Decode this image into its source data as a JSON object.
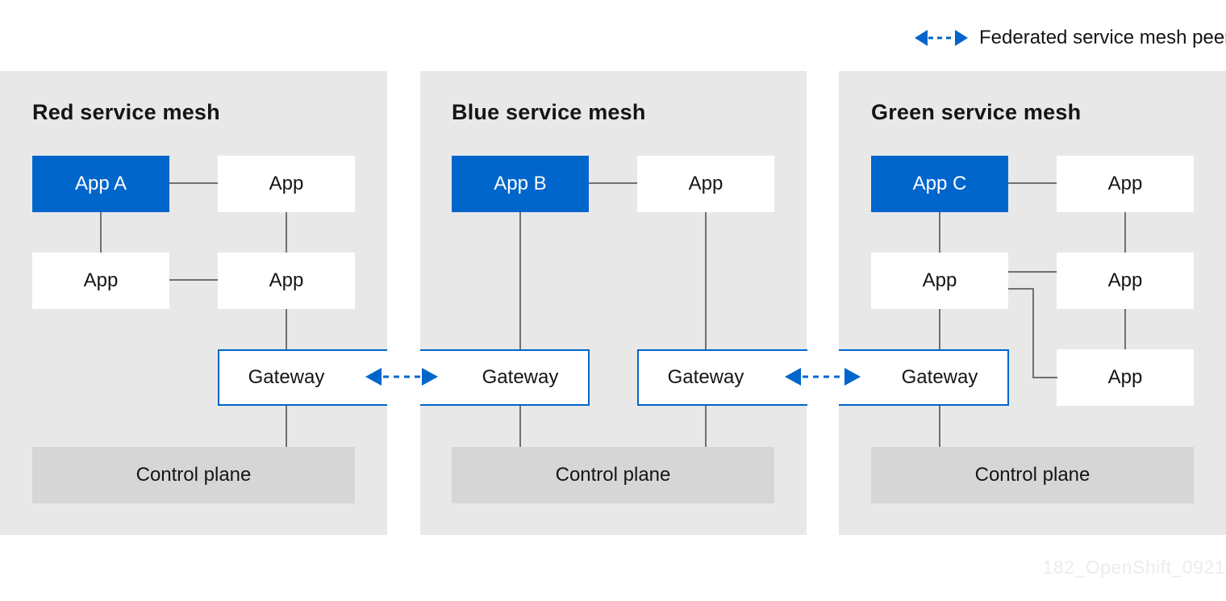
{
  "legend": {
    "label": "Federated service mesh peers"
  },
  "watermark": "182_OpenShift_0921",
  "colors": {
    "accent_blue": "#0066cc",
    "panel_gray": "#e8e8e8",
    "control_plane_gray": "#d6d6d6",
    "connector_gray": "#707070",
    "text_dark": "#151515"
  },
  "icons": {
    "federation_arrow": "dashed double-headed arrow"
  },
  "meshes": [
    {
      "title": "Red service mesh",
      "apps": [
        "App A",
        "App",
        "App",
        "App"
      ],
      "gateways": [
        "Gateway"
      ],
      "control_plane": "Control plane"
    },
    {
      "title": "Blue service mesh",
      "apps": [
        "App B",
        "App"
      ],
      "gateways": [
        "Gateway",
        "Gateway"
      ],
      "control_plane": "Control plane"
    },
    {
      "title": "Green service mesh",
      "apps": [
        "App C",
        "App",
        "App",
        "App",
        "App"
      ],
      "gateways": [
        "Gateway"
      ],
      "control_plane": "Control plane"
    }
  ]
}
